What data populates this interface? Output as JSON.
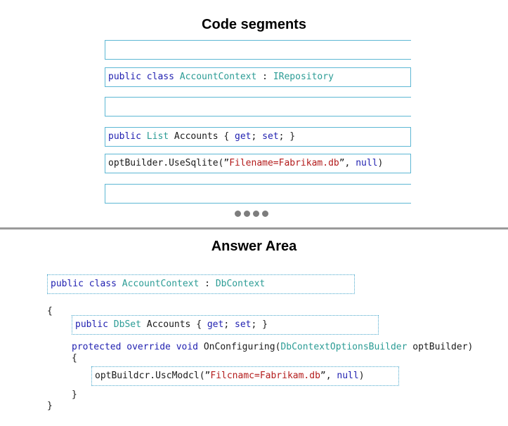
{
  "segments_title": "Code segments",
  "answer_title": "Answer Area",
  "segments": {
    "s2": {
      "kw": "public class",
      "type": "AccountContext",
      "sep": " : ",
      "iface": "IRepository"
    },
    "s4": {
      "kw": "public",
      "type": "List",
      "rest": " Accounts { ",
      "get": "get",
      "semi1": "; ",
      "set": "set",
      "end": "; }"
    },
    "s5": {
      "pre": "optBuilder.UseSqlite(”",
      "str": "Filename=Fabrikam.db",
      "mid": "”, ",
      "nul": "null",
      "end": ")"
    }
  },
  "answer": {
    "line1": {
      "kw": "public class",
      "type": "AccountContext",
      "sep": " : ",
      "base": "DbContext"
    },
    "open_brace": "{",
    "line2": {
      "kw": "public",
      "type": "DbSet",
      "rest": " Accounts { ",
      "get": "get",
      "semi1": "; ",
      "set": "set",
      "end": "; }"
    },
    "line3": {
      "kw": "protected override void",
      "name": " OnConfiguring(",
      "type": "DbContextOptionsBuilder",
      "param": " optBuilder)"
    },
    "inner_open": "{",
    "line4": {
      "pre": "optBuildcr.UscModcl(”",
      "str": "Filcnamc=Fabrikam.db",
      "mid": "”, ",
      "nul": "null",
      "end": ")"
    },
    "inner_close": "}",
    "close_brace": "}"
  }
}
